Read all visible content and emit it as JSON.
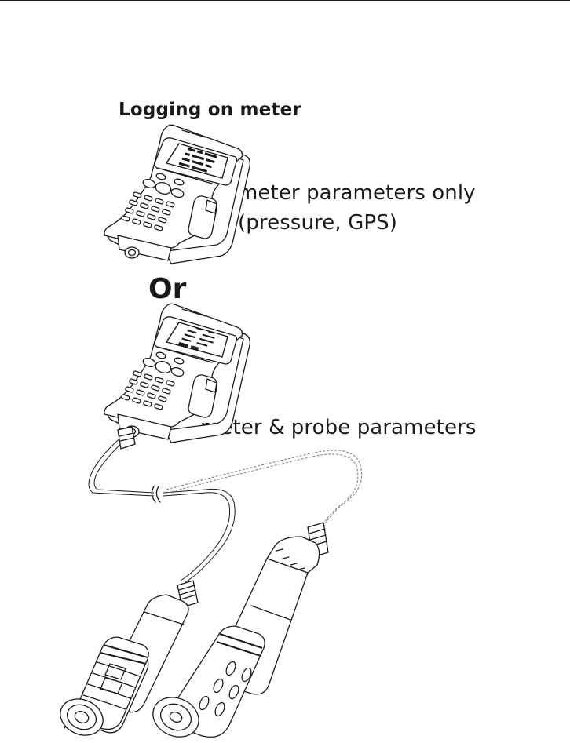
{
  "page": {
    "heading": "Logging on meter",
    "option_one_caption_line1": "meter parameters only",
    "option_one_caption_line2": "(pressure, GPS)",
    "separator": "Or",
    "option_two_caption": "meter & probe parameters"
  },
  "colors": {
    "ink": "#1a1a1a",
    "paper": "#ffffff"
  },
  "icons": [
    "handheld-meter-icon",
    "handheld-meter-with-probe-icon",
    "probe-cable-icon",
    "probe-icon"
  ]
}
